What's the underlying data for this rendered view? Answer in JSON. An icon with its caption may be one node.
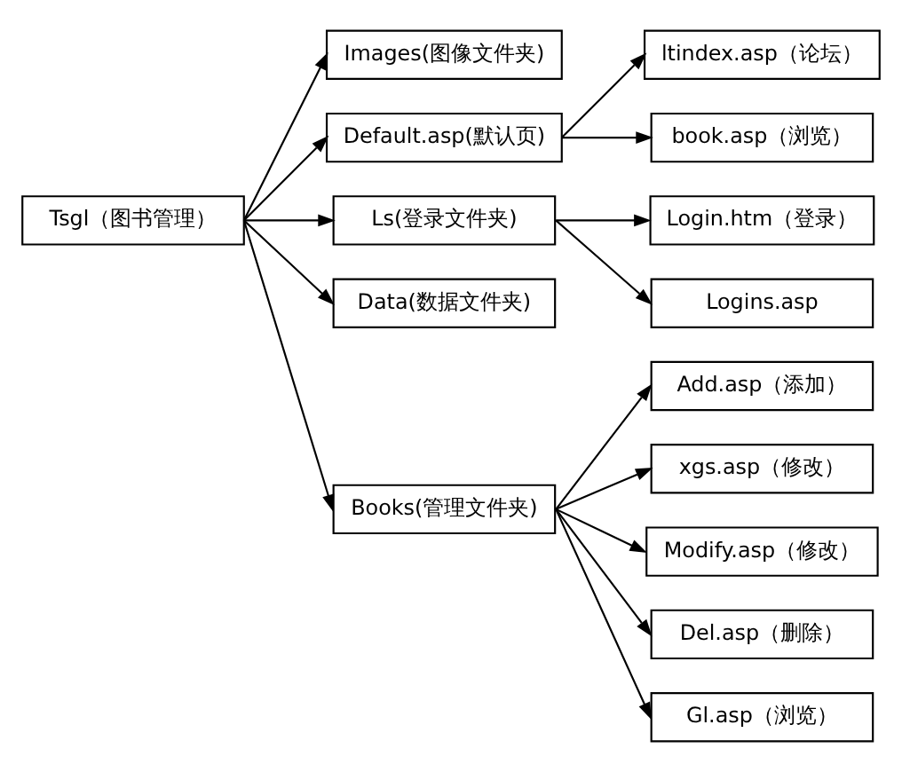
{
  "diagram": {
    "nodes": [
      {
        "text": [
          "Tsgl（图书管理）"
        ]
      },
      {
        "text": [
          "Images(图像文件夹)"
        ]
      },
      {
        "text": [
          "Default.asp(默认页)"
        ]
      },
      {
        "text": [
          "Ls(登录文件夹)"
        ]
      },
      {
        "text": [
          "Data(数据文件夹)"
        ]
      },
      {
        "text": [
          "Books(管理文件夹)"
        ]
      },
      {
        "text": [
          "ltindex.asp（论坛）"
        ]
      },
      {
        "text": [
          "book.asp（浏览）"
        ]
      },
      {
        "text": [
          "Login.htm（登录）"
        ]
      },
      {
        "text": [
          "Logins.asp"
        ]
      },
      {
        "text": [
          "Add.asp（添加）"
        ]
      },
      {
        "text": [
          "xgs.asp（修改）"
        ]
      },
      {
        "text": [
          "Modify.asp（修改）"
        ]
      },
      {
        "text": [
          "Del.asp（删除）"
        ]
      },
      {
        "text": [
          "Gl.asp（浏览）"
        ]
      }
    ],
    "edges": [
      {
        "from": 0,
        "to": 1,
        "arrow": "to"
      },
      {
        "from": 0,
        "to": 2,
        "arrow": "to"
      },
      {
        "from": 0,
        "to": 3,
        "arrow": "to"
      },
      {
        "from": 0,
        "to": 4,
        "arrow": "to"
      },
      {
        "from": 0,
        "to": 5,
        "arrow": "to"
      },
      {
        "from": 2,
        "to": 6,
        "arrow": "to"
      },
      {
        "from": 2,
        "to": 7,
        "arrow": "to"
      },
      {
        "from": 3,
        "to": 8,
        "arrow": "to"
      },
      {
        "from": 3,
        "to": 9,
        "arrow": "to"
      },
      {
        "from": 5,
        "to": 10,
        "arrow": "to"
      },
      {
        "from": 5,
        "to": 11,
        "arrow": "to"
      },
      {
        "from": 5,
        "to": 12,
        "arrow": "to"
      },
      {
        "from": 5,
        "to": 13,
        "arrow": "to"
      },
      {
        "from": 5,
        "to": 14,
        "arrow": "to"
      }
    ]
  }
}
